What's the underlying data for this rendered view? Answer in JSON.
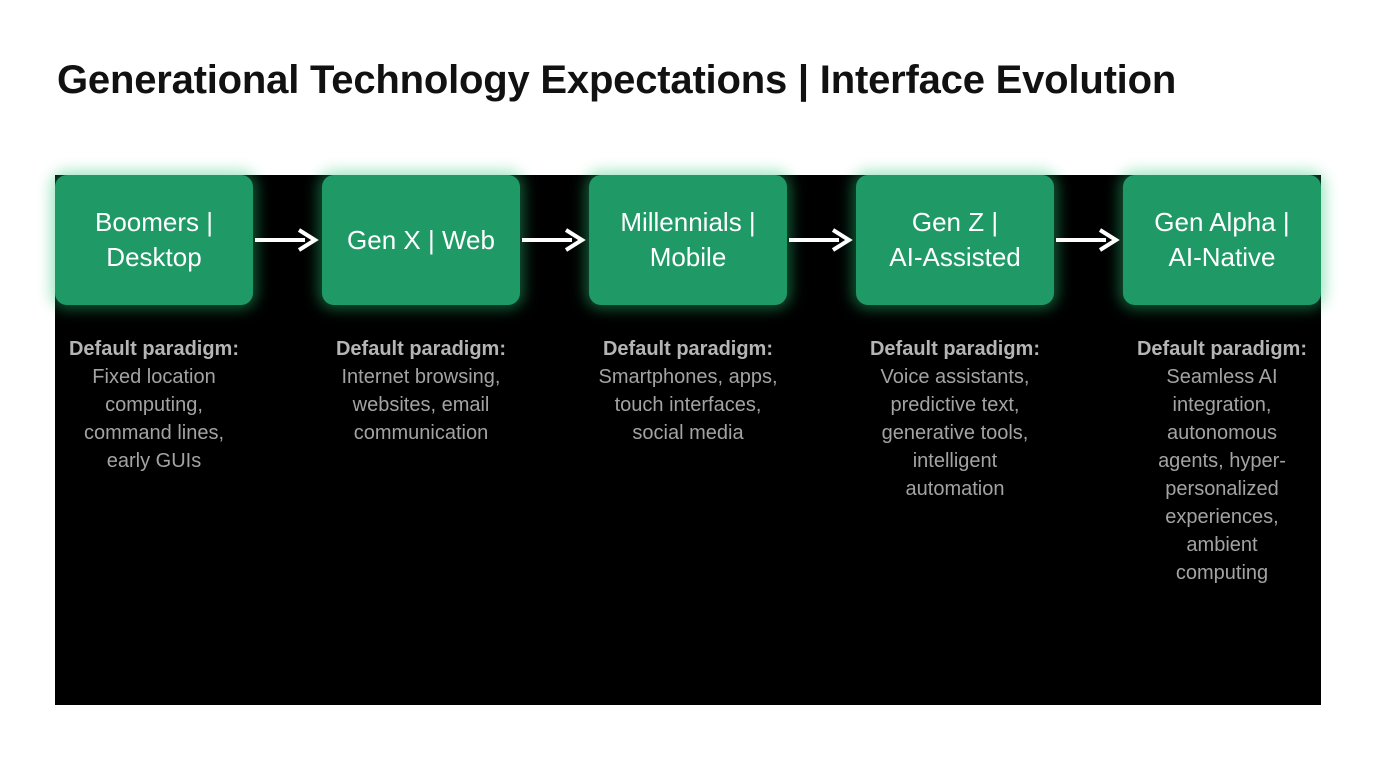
{
  "title": "Generational Technology Expectations | Interface Evolution",
  "colors": {
    "background": "#ffffff",
    "panel": "#000000",
    "stage_fill": "#1f9a66",
    "stage_glow": "#28c878",
    "stage_text": "#ffffff",
    "arrow": "#ffffff",
    "description_text": "#a3a3a3"
  },
  "stages": [
    {
      "label": "Boomers |\nDesktop",
      "description_heading": "Default paradigm:",
      "description": "Fixed location\ncomputing,\ncommand lines,\nearly GUIs"
    },
    {
      "label": "Gen X | Web",
      "description_heading": "Default paradigm:",
      "description": "Internet browsing,\nwebsites, email\ncommunication"
    },
    {
      "label": "Millennials |\nMobile",
      "description_heading": "Default paradigm:",
      "description": "Smartphones, apps,\ntouch interfaces,\nsocial media"
    },
    {
      "label": "Gen Z |\nAI-Assisted",
      "description_heading": "Default paradigm:",
      "description": "Voice assistants,\npredictive text,\ngenerative tools,\nintelligent\nautomation"
    },
    {
      "label": "Gen Alpha |\nAI-Native",
      "description_heading": "Default paradigm:",
      "description": "Seamless AI\nintegration,\nautonomous\nagents, hyper-\npersonalized\nexperiences,\nambient\ncomputing"
    }
  ]
}
